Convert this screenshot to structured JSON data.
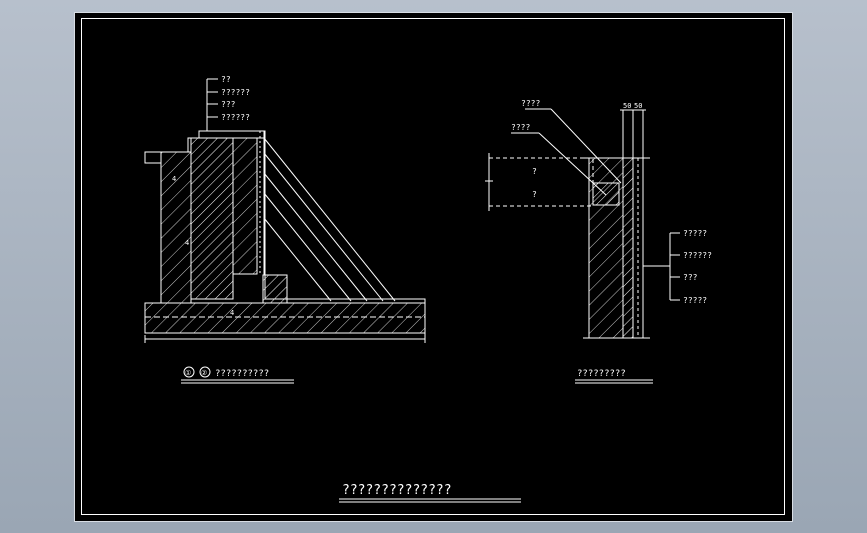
{
  "colors": {
    "background": "#000000",
    "linework": "#ffffff",
    "viewport": "#a9b3c0"
  },
  "left_detail": {
    "labels": [
      "??",
      "??????",
      "???",
      "??????"
    ],
    "title": "??????????",
    "marker_a": "①",
    "marker_b": "②",
    "section_marks": [
      "4",
      "4",
      "4"
    ]
  },
  "right_detail": {
    "callouts_top": [
      "????",
      "????"
    ],
    "dims": [
      "50",
      "50"
    ],
    "gap_marks": [
      "?",
      "?"
    ],
    "labels_right": [
      "?????",
      "??????",
      "???",
      "?????"
    ],
    "title": "?????????"
  },
  "sheet_title": "??????????????"
}
